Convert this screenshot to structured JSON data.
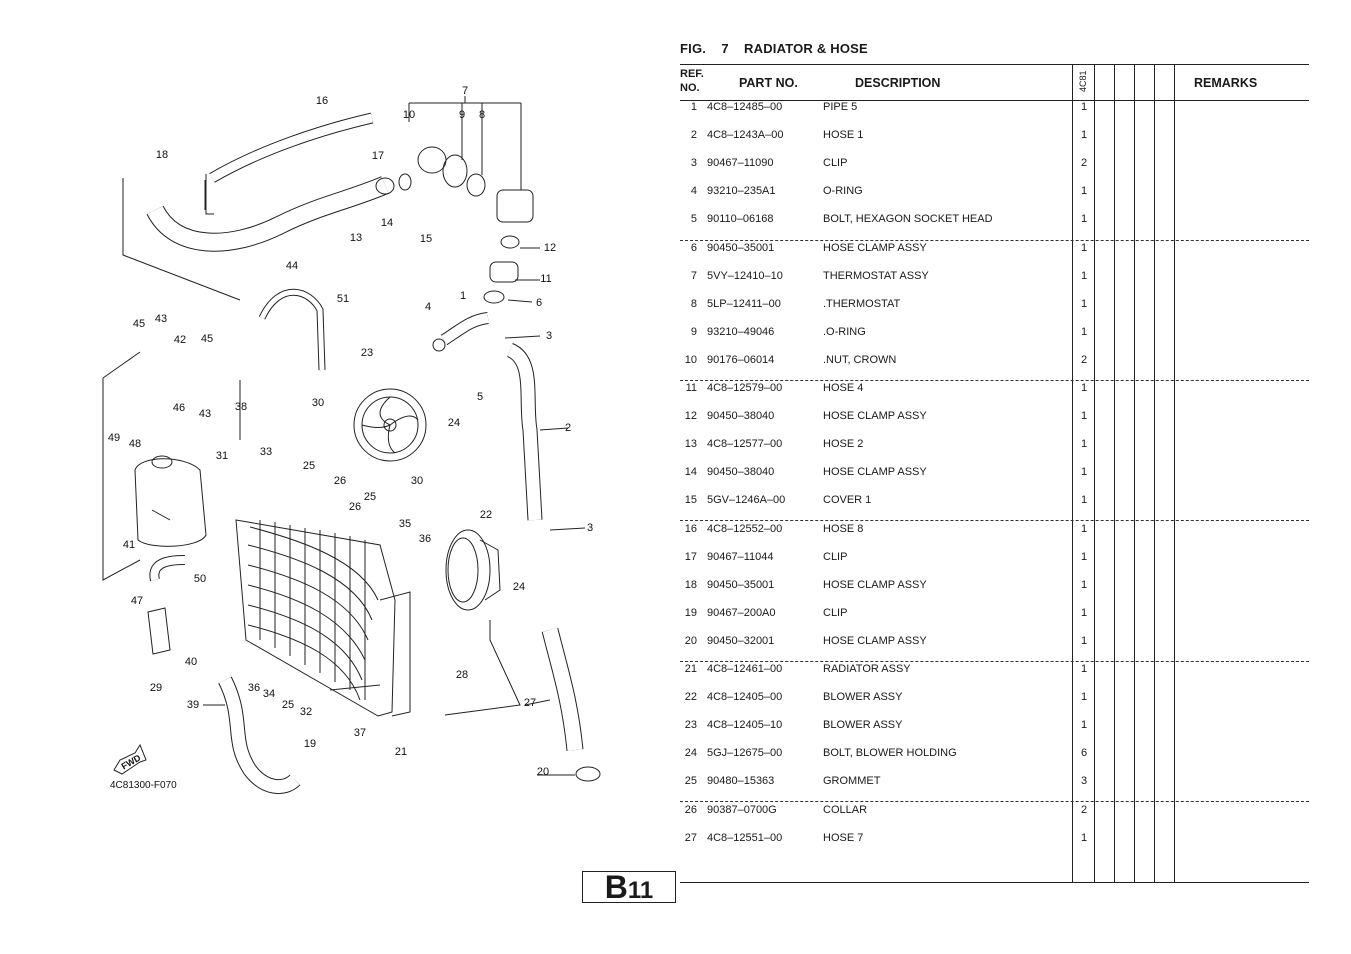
{
  "figure": {
    "prefix": "FIG.",
    "number": "7",
    "name": "RADIATOR & HOSE",
    "diagram_code": "4C81300-F070",
    "fwd_label": "FWD"
  },
  "callouts": [
    "7",
    "16",
    "10",
    "9",
    "8",
    "18",
    "17",
    "13",
    "14",
    "15",
    "12",
    "11",
    "44",
    "6",
    "4",
    "1",
    "3",
    "45",
    "43",
    "42",
    "45",
    "51",
    "23",
    "46",
    "43",
    "5",
    "38",
    "30",
    "24",
    "2",
    "49",
    "48",
    "31",
    "33",
    "25",
    "26",
    "30",
    "25",
    "26",
    "22",
    "3",
    "35",
    "36",
    "41",
    "50",
    "24",
    "47",
    "40",
    "29",
    "36",
    "34",
    "25",
    "32",
    "37",
    "28",
    "39",
    "27",
    "21",
    "19",
    "20"
  ],
  "table": {
    "headers": {
      "ref_no": "REF. NO.",
      "part_no": "PART NO.",
      "description": "DESCRIPTION",
      "model": "4C81",
      "remarks": "REMARKS"
    },
    "rows": [
      {
        "ref": "1",
        "part": "4C8–12485–00",
        "desc": "PIPE 5",
        "qty": "1"
      },
      {
        "ref": "2",
        "part": "4C8–1243A–00",
        "desc": "HOSE 1",
        "qty": "1"
      },
      {
        "ref": "3",
        "part": "90467–11090",
        "desc": "CLIP",
        "qty": "2"
      },
      {
        "ref": "4",
        "part": "93210–235A1",
        "desc": "O-RING",
        "qty": "1"
      },
      {
        "ref": "5",
        "part": "90110–06168",
        "desc": "BOLT, HEXAGON SOCKET HEAD",
        "qty": "1"
      },
      {
        "ref": "6",
        "part": "90450–35001",
        "desc": "HOSE CLAMP ASSY",
        "qty": "1"
      },
      {
        "ref": "7",
        "part": "5VY–12410–10",
        "desc": "THERMOSTAT ASSY",
        "qty": "1"
      },
      {
        "ref": "8",
        "part": "5LP–12411–00",
        "desc": ".THERMOSTAT",
        "qty": "1"
      },
      {
        "ref": "9",
        "part": "93210–49046",
        "desc": ".O-RING",
        "qty": "1"
      },
      {
        "ref": "10",
        "part": "90176–06014",
        "desc": ".NUT, CROWN",
        "qty": "2"
      },
      {
        "ref": "11",
        "part": "4C8–12579–00",
        "desc": "HOSE 4",
        "qty": "1"
      },
      {
        "ref": "12",
        "part": "90450–38040",
        "desc": "HOSE CLAMP ASSY",
        "qty": "1"
      },
      {
        "ref": "13",
        "part": "4C8–12577–00",
        "desc": "HOSE 2",
        "qty": "1"
      },
      {
        "ref": "14",
        "part": "90450–38040",
        "desc": "HOSE CLAMP ASSY",
        "qty": "1"
      },
      {
        "ref": "15",
        "part": "5GV–1246A–00",
        "desc": "COVER 1",
        "qty": "1"
      },
      {
        "ref": "16",
        "part": "4C8–12552–00",
        "desc": "HOSE 8",
        "qty": "1"
      },
      {
        "ref": "17",
        "part": "90467–11044",
        "desc": "CLIP",
        "qty": "1"
      },
      {
        "ref": "18",
        "part": "90450–35001",
        "desc": "HOSE CLAMP ASSY",
        "qty": "1"
      },
      {
        "ref": "19",
        "part": "90467–200A0",
        "desc": "CLIP",
        "qty": "1"
      },
      {
        "ref": "20",
        "part": "90450–32001",
        "desc": "HOSE CLAMP ASSY",
        "qty": "1"
      },
      {
        "ref": "21",
        "part": "4C8–12461–00",
        "desc": "RADIATOR ASSY",
        "qty": "1"
      },
      {
        "ref": "22",
        "part": "4C8–12405–00",
        "desc": "BLOWER ASSY",
        "qty": "1"
      },
      {
        "ref": "23",
        "part": "4C8–12405–10",
        "desc": "BLOWER ASSY",
        "qty": "1"
      },
      {
        "ref": "24",
        "part": "5GJ–12675–00",
        "desc": "BOLT, BLOWER HOLDING",
        "qty": "6"
      },
      {
        "ref": "25",
        "part": "90480–15363",
        "desc": "GROMMET",
        "qty": "3"
      },
      {
        "ref": "26",
        "part": "90387–0700G",
        "desc": "COLLAR",
        "qty": "2"
      },
      {
        "ref": "27",
        "part": "4C8–12551–00",
        "desc": "HOSE 7",
        "qty": "1"
      }
    ]
  },
  "page_tab": {
    "letter": "B",
    "number": "11"
  }
}
